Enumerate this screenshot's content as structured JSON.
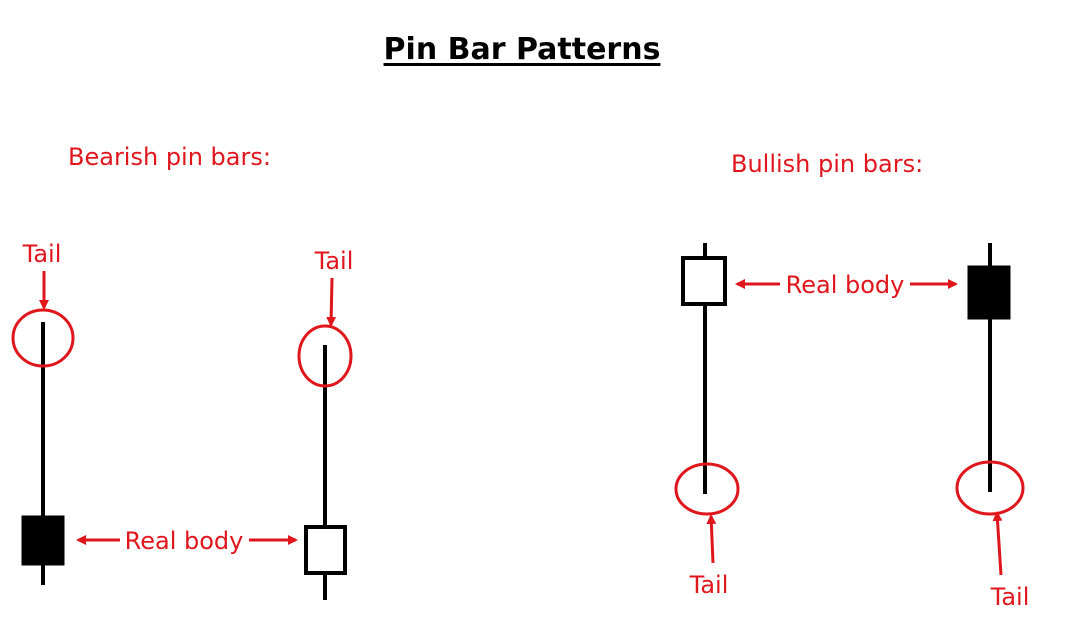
{
  "title": "Pin Bar Patterns",
  "sections": {
    "bearish": {
      "heading": "Bearish pin bars:",
      "tail_labels": [
        "Tail",
        "Tail"
      ],
      "body_label": "Real body"
    },
    "bullish": {
      "heading": "Bullish pin bars:",
      "tail_labels": [
        "Tail",
        "Tail"
      ],
      "body_label": "Real body"
    }
  },
  "colors": {
    "annotation": "#e0161d",
    "candle": "#000000"
  }
}
